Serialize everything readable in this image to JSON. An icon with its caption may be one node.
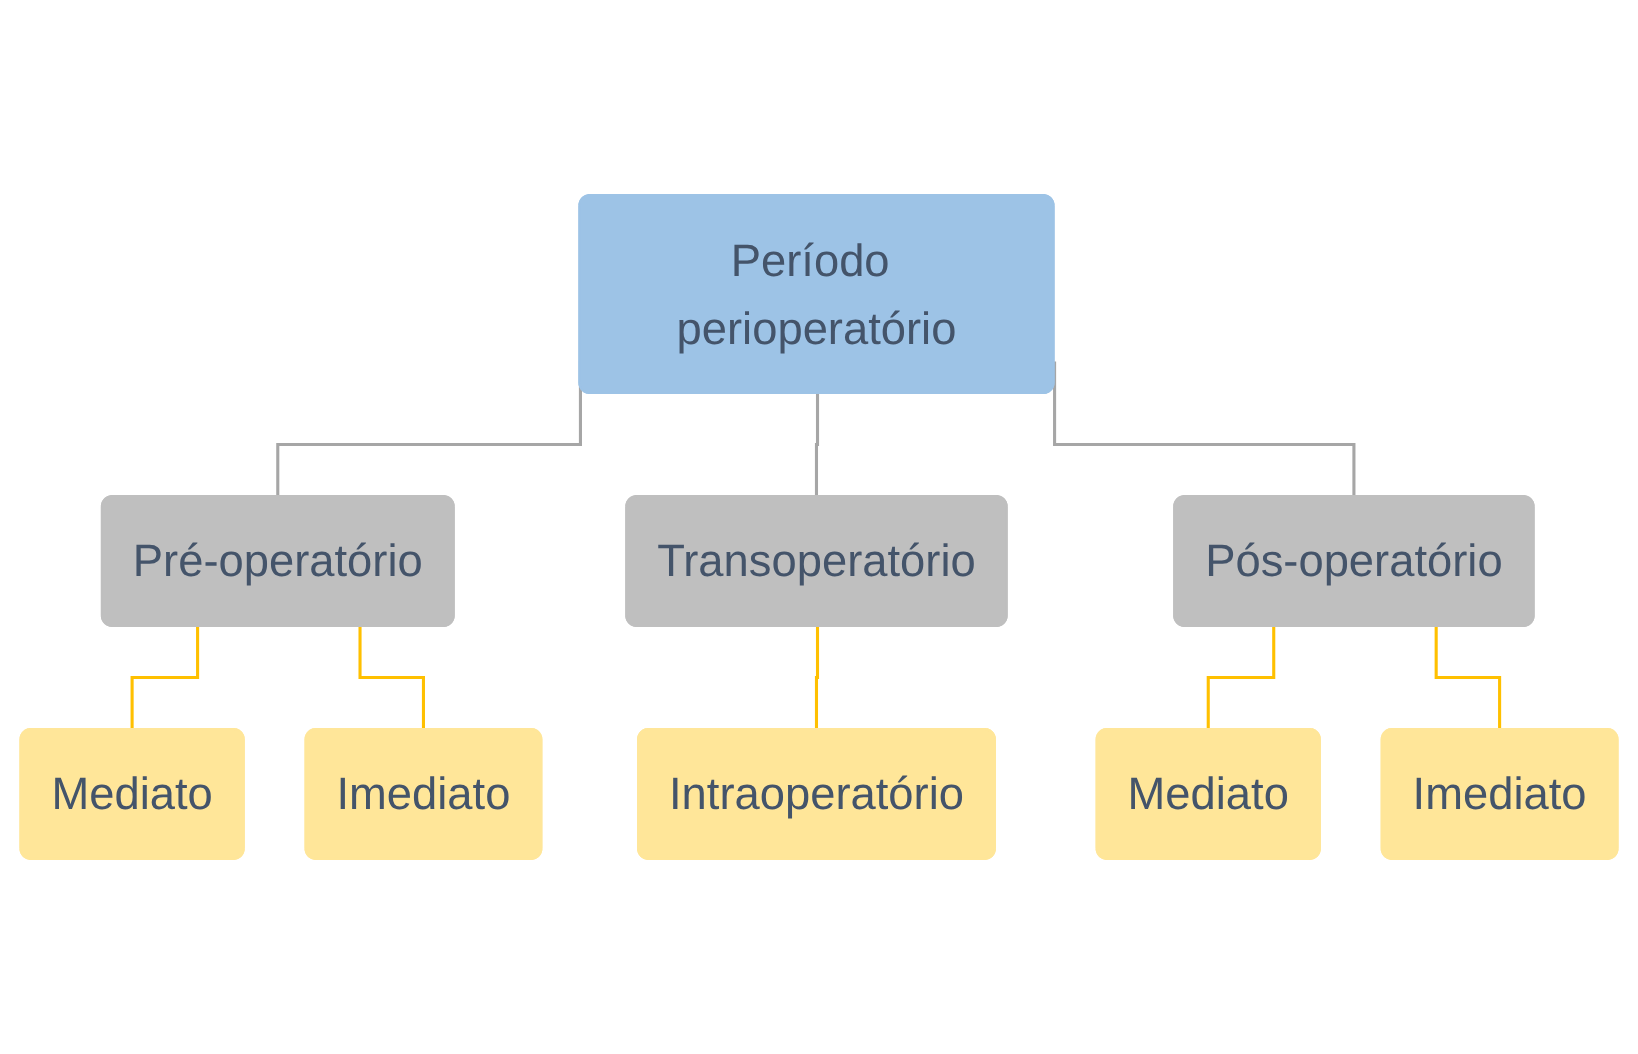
{
  "diagram": {
    "nodes": [
      {
        "text": [
          "Período perioperatório"
        ]
      },
      {
        "text": [
          "Pré-operatório"
        ]
      },
      {
        "text": [
          "Transoperatório"
        ]
      },
      {
        "text": [
          "Pós-operatório"
        ]
      },
      {
        "text": [
          "Mediato"
        ]
      },
      {
        "text": [
          "Imediato"
        ]
      },
      {
        "text": [
          "Intraoperatório"
        ]
      },
      {
        "text": [
          "Mediato"
        ]
      },
      {
        "text": [
          "Imediato"
        ]
      }
    ],
    "edges": [
      {
        "from": 0,
        "to": 1,
        "arrow": "none",
        "color": "#a6a6a6"
      },
      {
        "from": 0,
        "to": 2,
        "arrow": "none",
        "color": "#a6a6a6"
      },
      {
        "from": 0,
        "to": 3,
        "arrow": "none",
        "color": "#a6a6a6"
      },
      {
        "from": 1,
        "to": 4,
        "arrow": "none"
      },
      {
        "from": 1,
        "to": 5,
        "arrow": "none"
      },
      {
        "from": 2,
        "to": 6,
        "arrow": "none"
      },
      {
        "from": 3,
        "to": 7,
        "arrow": "none"
      },
      {
        "from": 3,
        "to": 8,
        "arrow": "none"
      }
    ]
  }
}
